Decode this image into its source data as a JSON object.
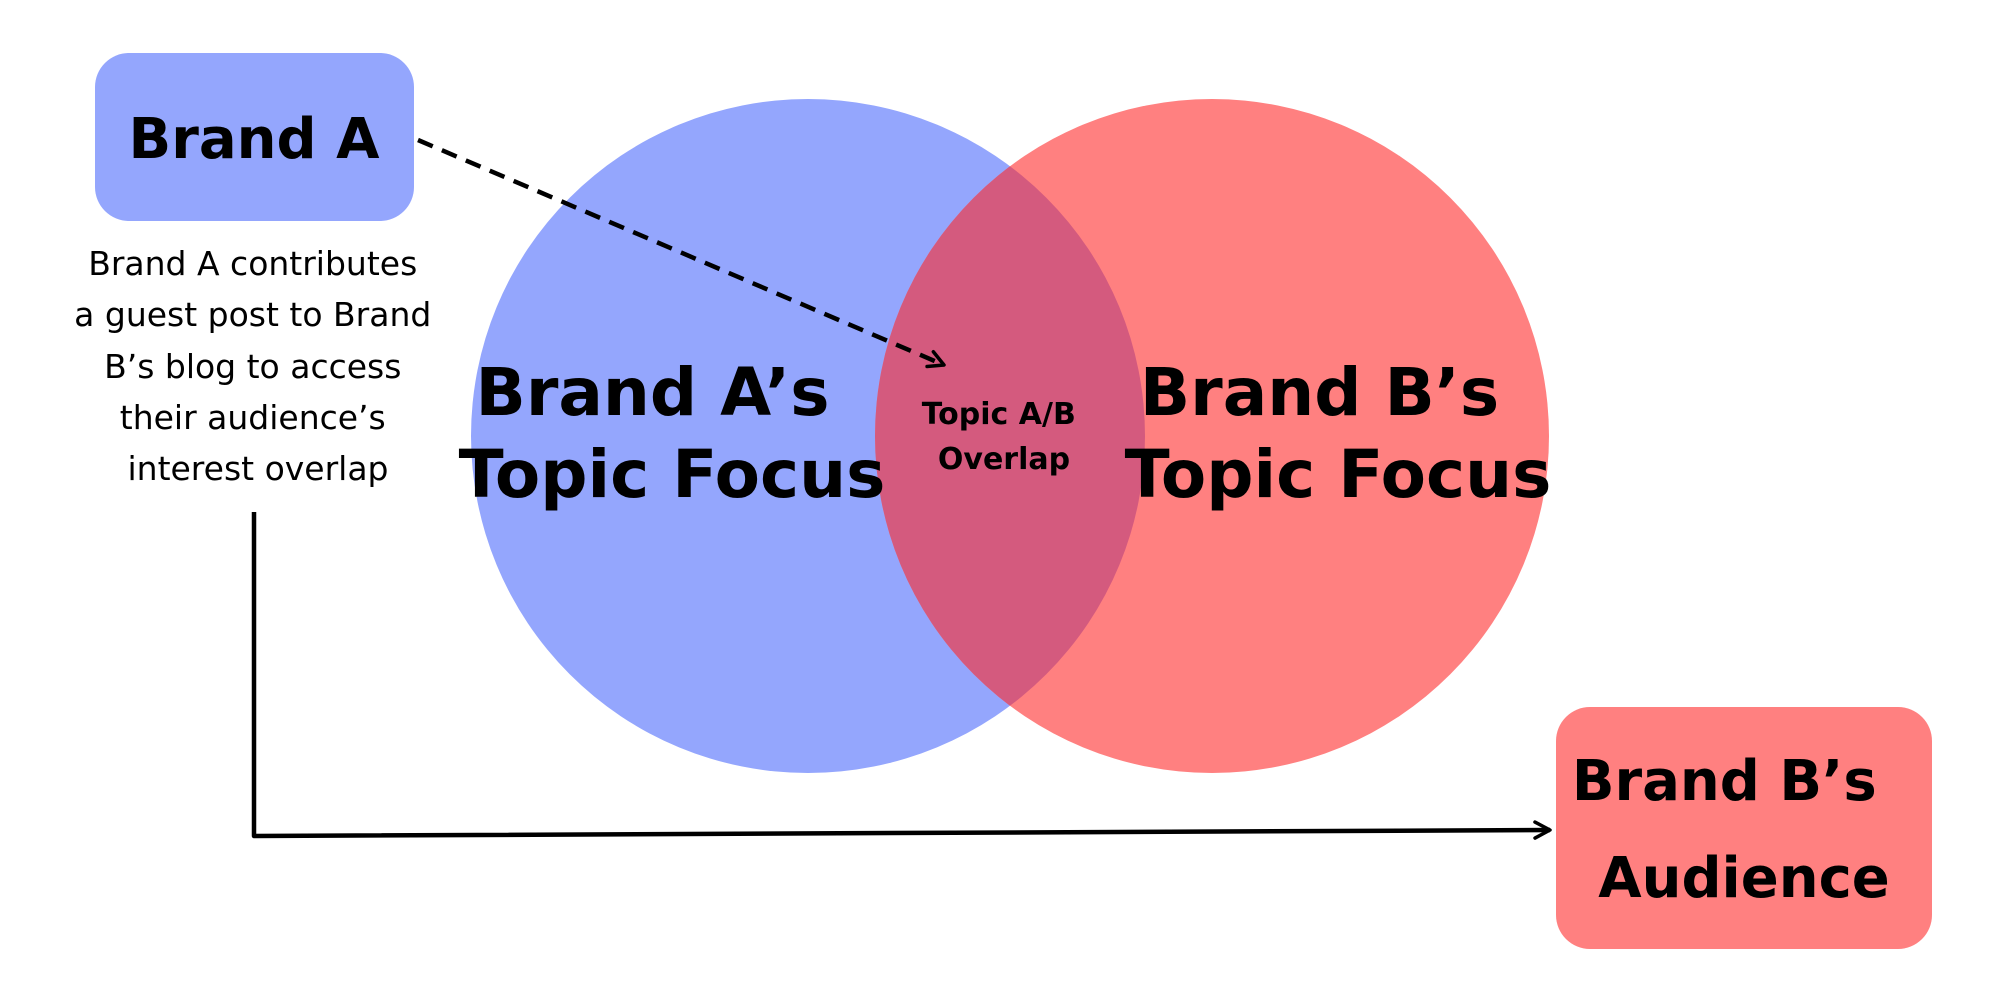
{
  "colors": {
    "brand_a": "#94a6fd",
    "brand_b": "#ff8080",
    "overlap": "#d45a7e",
    "line": "#000000"
  },
  "brand_a_box": {
    "label": "Brand A"
  },
  "brand_a_description": {
    "lines": [
      "Brand A contributes",
      "a guest post to Brand",
      "B’s blog to access",
      "their audience’s",
      "interest overlap"
    ]
  },
  "circle_a": {
    "lines": [
      "Brand A’s",
      "Topic Focus"
    ]
  },
  "circle_b": {
    "lines": [
      "Brand B’s",
      "Topic Focus"
    ]
  },
  "overlap": {
    "lines": [
      "Topic A/B",
      "Overlap"
    ]
  },
  "brand_b_box": {
    "lines": [
      "Brand B’s",
      "Audience"
    ]
  }
}
